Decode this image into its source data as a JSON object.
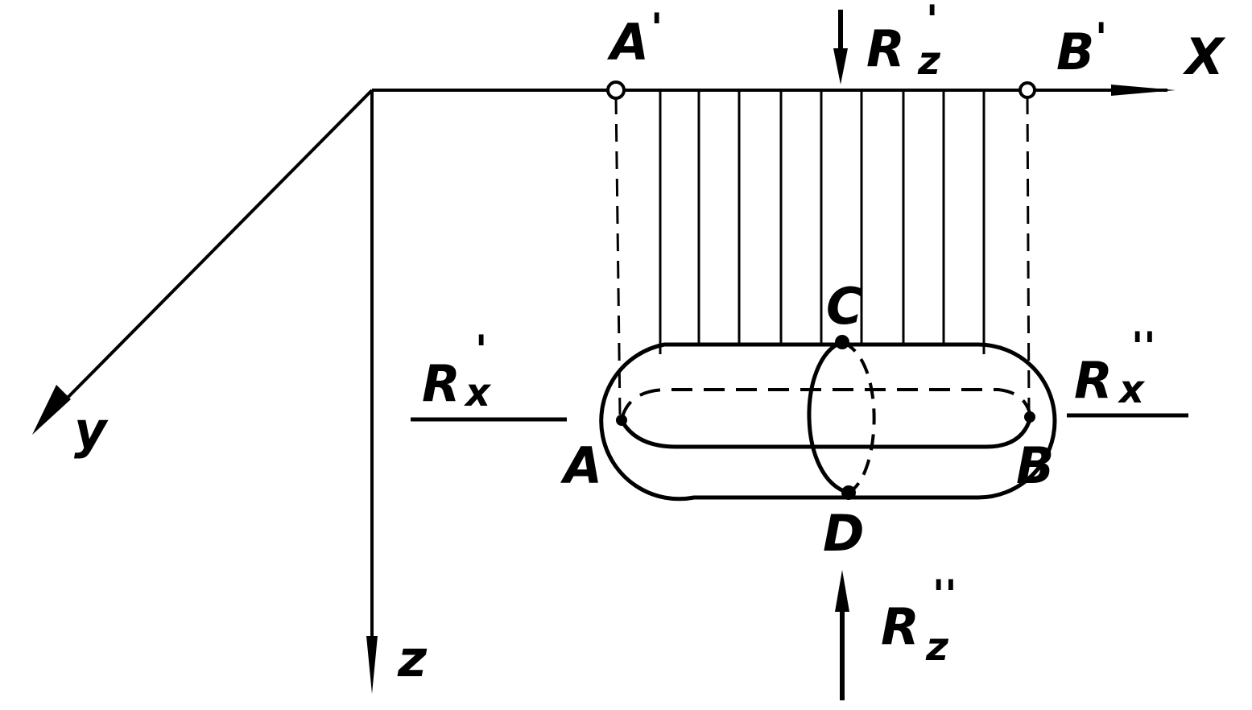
{
  "diagram": {
    "line_color": "#000000",
    "background": "#ffffff",
    "axes": {
      "x_label": "X",
      "y_label": "y",
      "z_label": "z"
    },
    "points": {
      "a_prime": {
        "letter": "A",
        "mark": "'"
      },
      "b_prime": {
        "letter": "B",
        "mark": "'"
      },
      "a": "A",
      "b": "B",
      "c": "C",
      "d": "D"
    },
    "forces": {
      "rz_top": {
        "letter": "R",
        "subscript": "z",
        "mark": "'"
      },
      "rz_bottom": {
        "letter": "R",
        "subscript": "z",
        "mark": "''"
      },
      "rx_left": {
        "letter": "R",
        "subscript": "x",
        "mark": "'"
      },
      "rx_right": {
        "letter": "R",
        "subscript": "x",
        "mark": "''"
      }
    }
  }
}
